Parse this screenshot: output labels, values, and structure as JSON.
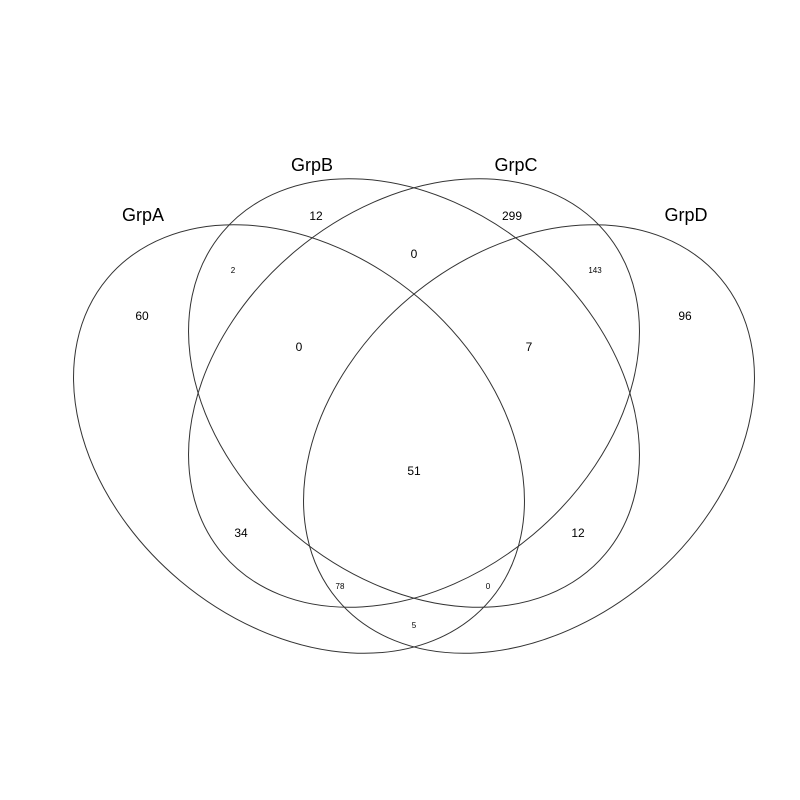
{
  "diagram": {
    "type": "venn-4",
    "stroke_color": "#333333",
    "sets": [
      {
        "key": "A",
        "label": "GrpA"
      },
      {
        "key": "B",
        "label": "GrpB"
      },
      {
        "key": "C",
        "label": "GrpC"
      },
      {
        "key": "D",
        "label": "GrpD"
      }
    ],
    "regions": {
      "A_only": "60",
      "B_only": "12",
      "C_only": "299",
      "D_only": "96",
      "AB": "2",
      "BC": "0",
      "CD": "143",
      "ABC": "0",
      "BCD": "7",
      "ABCD": "51",
      "AC": "34",
      "BD": "12",
      "ACD": "78",
      "ABD": "0",
      "AD": "5"
    }
  }
}
